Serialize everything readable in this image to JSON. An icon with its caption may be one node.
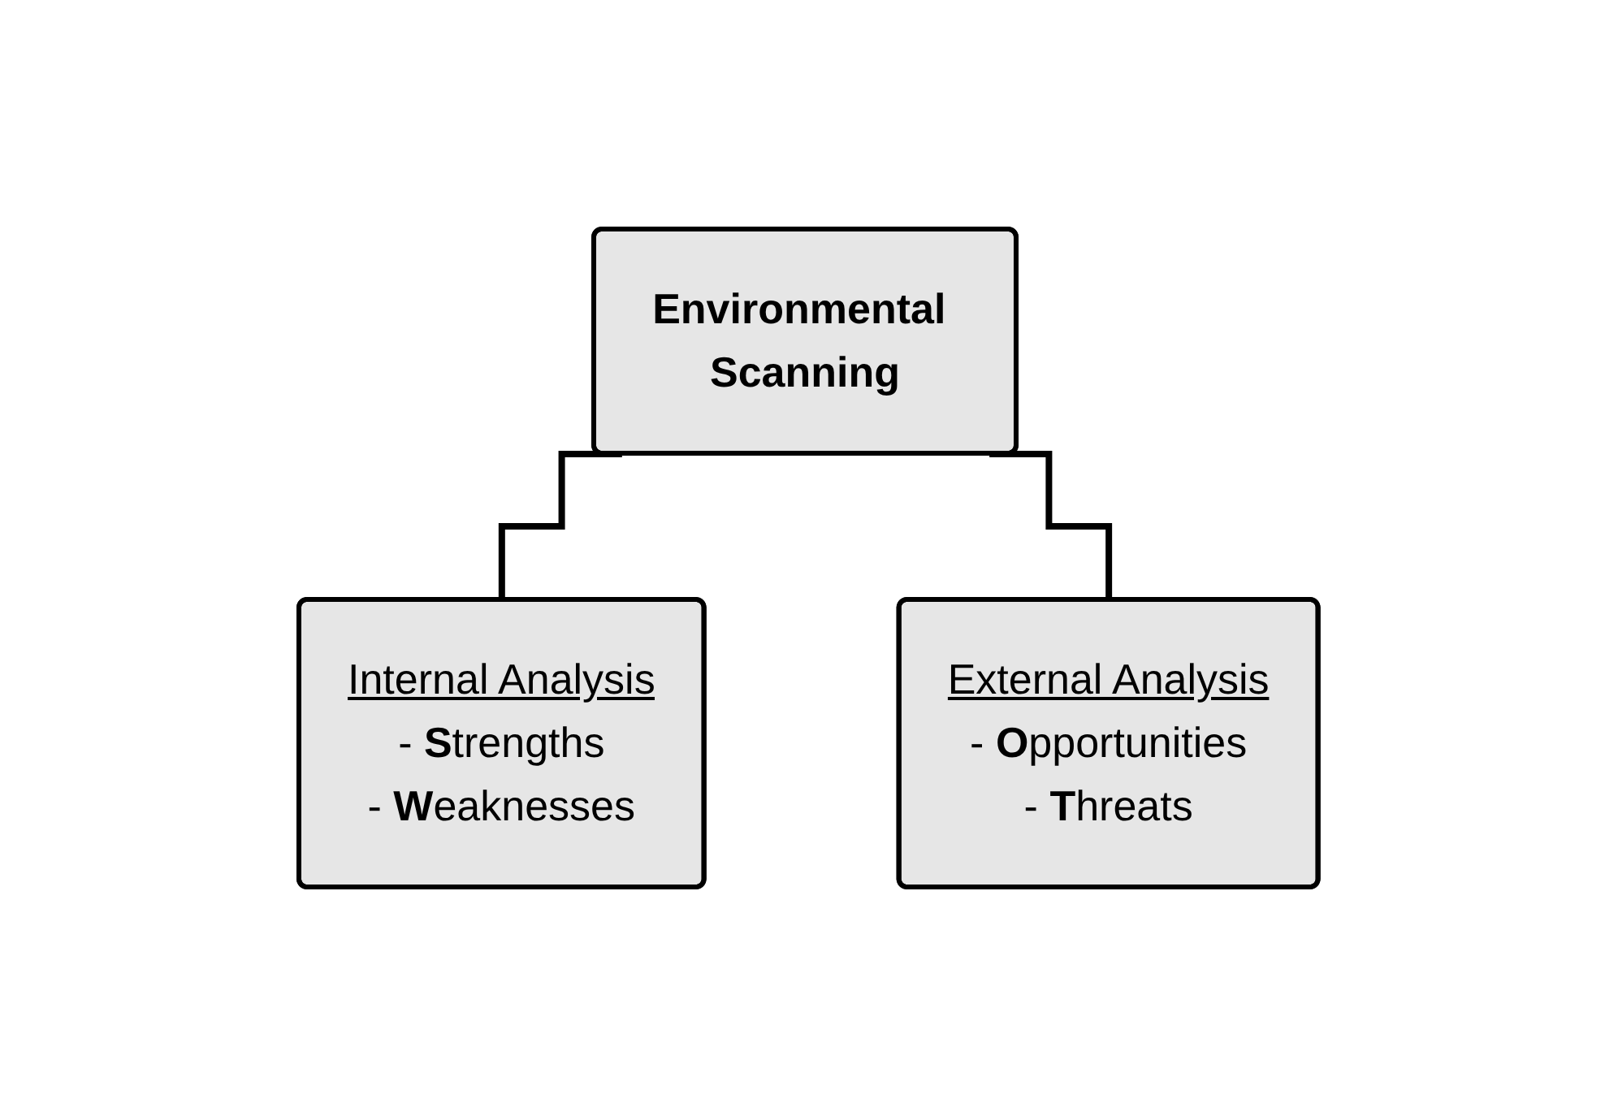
{
  "diagram": {
    "nodes": [
      {
        "text": [
          "Environmental Scanning"
        ]
      },
      {
        "text": [
          "Internal Analysis",
          "- **S**trengths",
          "- **W**eaknesses"
        ]
      },
      {
        "text": [
          "External Analysis",
          "- **O**pportunities",
          "- **T**hreats"
        ]
      }
    ],
    "edges": [
      {
        "from": 0,
        "to": 1,
        "arrow": "none"
      },
      {
        "from": 0,
        "to": 2,
        "arrow": "none"
      }
    ]
  }
}
